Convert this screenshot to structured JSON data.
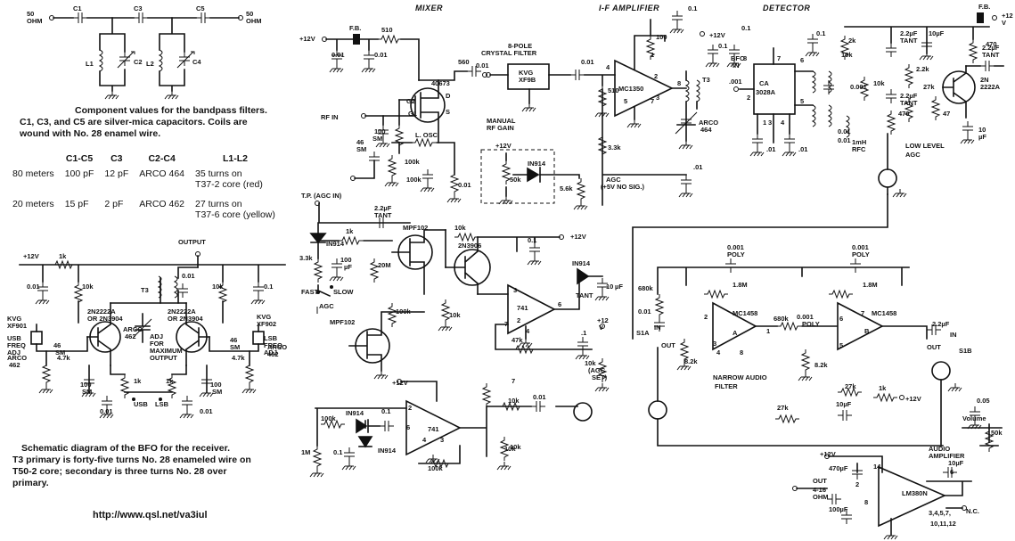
{
  "titles": {
    "mixer": "MIXER",
    "if_amp": "I-F AMPLIFIER",
    "detector": "DETECTOR"
  },
  "filter_caption": {
    "line1": "Component values for the bandpass filters.",
    "line2": "C1, C3, and C5 are silver-mica capacitors. Coils are",
    "line3": "wound with No. 28 enamel wire."
  },
  "component_table": {
    "headers": [
      "",
      "C1-C5",
      "C3",
      "C2-C4",
      "L1-L2"
    ],
    "rows": [
      {
        "band": "80 meters",
        "c1c5": "100 pF",
        "c3": "12 pF",
        "c2c4": "ARCO 464",
        "coil1": "35 turns on",
        "coil2": "T37-2 core (red)"
      },
      {
        "band": "20 meters",
        "c1c5": "15 pF",
        "c3": "2 pF",
        "c2c4": "ARCO 462",
        "coil1": "27 turns on",
        "coil2": "T37-6 core (yellow)"
      }
    ]
  },
  "bfo_caption": {
    "line1": "Schematic diagram of the BFO for the receiver.",
    "line2": "T3 primary is forty-five turns No. 28 enameled wire on",
    "line3": "T50-2 core; secondary is three turns No. 28 over",
    "line4": "primary."
  },
  "url": "http://www.qsl.net/va3iul",
  "labels": {
    "bpf": [
      "50",
      "OHM",
      "C1",
      "C3",
      "C5",
      "50",
      "OHM",
      "L1",
      "C2",
      "L2",
      "C4"
    ],
    "bfo": [
      "+12V",
      "1k",
      "0.01",
      "10k",
      "OUTPUT",
      "0.01",
      "10k",
      "0.1",
      "T3",
      "2N2222A",
      "OR 2N3904",
      "2N2222A",
      "OR 2N3904",
      "ARCO",
      "462",
      "ADJ",
      "FOR",
      "MAXIMUM",
      "OUTPUT",
      "KVG",
      "XF901",
      "USB",
      "FREQ",
      "ADJ",
      "ARCO",
      "462",
      "46",
      "SM",
      "4.7k",
      "100",
      "SM",
      "1k",
      "0.01",
      "USB",
      "1k",
      "LSB",
      "100",
      "SM",
      "0.01",
      "46",
      "SM",
      "4.7k",
      "KVG",
      "XF902",
      "LSB",
      "FREQ",
      "ADJ",
      "ARCO",
      "462"
    ],
    "mixer": [
      "F.B.",
      "+12V",
      "510",
      "0.01",
      "0.01",
      "40673",
      "G2",
      "G1",
      "D",
      "S",
      "RF IN",
      "100",
      "SM",
      "46",
      "SM",
      "L. OSC.",
      "100k",
      "100k",
      "0.01",
      "560",
      "0.01",
      "J"
    ],
    "xtal": [
      "8-POLE",
      "CRYSTAL FILTER",
      "KVG",
      "XF9B",
      "0.01",
      "510"
    ],
    "if_amp": [
      "0.1",
      "+12V",
      "100",
      "0.1",
      "4",
      "1",
      "2",
      "MC1350",
      "8",
      "5",
      "7",
      "3",
      "T3",
      "ARCO",
      "464",
      "3.3k",
      "5.6k",
      "AGC",
      "(+5V NO SIG.)",
      ".01"
    ],
    "rf_gain": [
      "MANUAL",
      "RF GAIN",
      "+12V",
      "50k",
      "IN914"
    ],
    "detector": [
      "0.1",
      "BFO",
      "IN",
      ".001",
      "CA",
      "3028A",
      "7",
      "6",
      "8",
      "2",
      "5",
      "4",
      "3",
      "1",
      "2k",
      "0.1",
      "10k",
      "0.001",
      "1mH",
      "RFC",
      "10k",
      ".01",
      ".01",
      "0.01",
      "0.01",
      "F.B.",
      "+12",
      "V",
      "2.2µF",
      "TANT",
      "10µF",
      "470",
      "2.2k",
      "27k",
      "2N",
      "2222A",
      "2.2µF",
      "TANT",
      "2.2µF",
      "TANT",
      "470",
      "47",
      "10",
      "µF",
      "LOW LEVEL",
      "AGC"
    ],
    "agc": [
      "T.P. (AGC IN)",
      "2.2µF",
      "TANT",
      "IN914",
      "1k",
      "3.3k",
      "100",
      "µF",
      "20M",
      "FAST",
      "SLOW",
      "AGC",
      "MPF102",
      "10k",
      "2N3906",
      "0.1",
      "+12V",
      "IN914",
      "TANT",
      "10",
      "µF",
      "3",
      "2",
      "741",
      "6",
      "4",
      "47k",
      "7",
      "10k",
      "100k",
      "MPF102",
      "10k",
      "(AGC",
      "SET)",
      ".1",
      "+12",
      "V"
    ],
    "audio_filter": [
      "0.001",
      "POLY",
      "0.001",
      "POLY",
      "680k",
      "0.01",
      "1.8M",
      "2",
      "3",
      "A",
      "1",
      "MC1458",
      "680k",
      "0.001",
      "POLY",
      "6",
      "5",
      "B",
      "7",
      "MC1458",
      "1.8M",
      "8.2k",
      "8.2k",
      "S1A",
      "IN",
      "OUT",
      "4",
      "8",
      "NARROW AUDIO",
      "FILTER",
      "27k",
      "10µF",
      "1k",
      "+12V",
      "27k",
      "2.2µF",
      "IN",
      "OUT",
      "S1B"
    ],
    "bottom_amp": [
      "+12V",
      "IN914",
      "100k",
      "0.1",
      "IN914",
      "2",
      "6",
      "741",
      "4",
      "3",
      "7",
      "10k",
      "10k",
      "0.01",
      "1M",
      "0.1",
      "100k",
      "10k"
    ],
    "audio_amp": [
      "0.05",
      "Volume",
      "50k",
      "AUDIO",
      "AMPLIFIER",
      "+12V",
      "14",
      "470µF",
      "10µF",
      "6",
      "2",
      "LM380N",
      "8",
      "OUT",
      "4-16",
      "OHM",
      "100µF",
      "N.C.",
      "3,4,5,7,",
      "10,11,12"
    ]
  }
}
